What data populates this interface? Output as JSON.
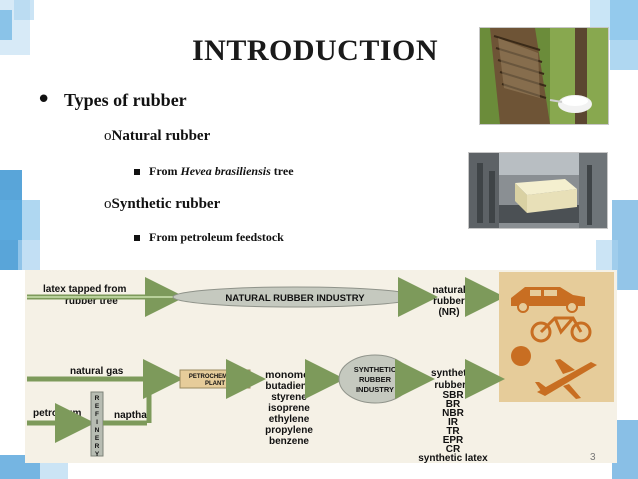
{
  "slide": {
    "title": "INTRODUCTION",
    "bullet_symbol": "•",
    "level1_text": "Types of rubber",
    "items": [
      {
        "marker": "o",
        "label": "Natural rubber",
        "sub_prefix": "From ",
        "sub_italic": "Hevea brasiliensis",
        "sub_suffix": " tree"
      },
      {
        "marker": "o",
        "label": "Synthetic rubber",
        "sub_text": "From petroleum feedstock"
      }
    ],
    "page_number": "3"
  },
  "images": {
    "top": {
      "icon": "rubber-tree-tapping-photo"
    },
    "middle": {
      "icon": "rubber-block-factory-photo"
    }
  },
  "diagram": {
    "latex_line1": "latex tapped from",
    "latex_line2": "rubber tree",
    "natural_industry": "NATURAL RUBBER INDUSTRY",
    "nr_line1": "natural",
    "nr_line2": "rubber",
    "nr_line3": "(NR)",
    "natural_gas": "natural gas",
    "petroleum": "petroleum",
    "refinery_letters": [
      "R",
      "E",
      "F",
      "I",
      "N",
      "E",
      "R",
      "Y"
    ],
    "naptha": "naptha",
    "petro_plant_line1": "PETROCHEMICAL",
    "petro_plant_line2": "PLANT",
    "monomers_title": "monomers",
    "monomers": [
      "butadiene",
      "styrene",
      "isoprene",
      "ethylene",
      "propylene",
      "benzene"
    ],
    "synthetic_industry": [
      "SYNTHETIC",
      "RUBBER",
      "INDUSTRY"
    ],
    "synthetic_line1": "synthetic",
    "synthetic_line2": "rubbers",
    "rubbers": [
      "SBR",
      "BR",
      "NBR",
      "IR",
      "TR",
      "EPR",
      "CR",
      "synthetic latex"
    ],
    "products": [
      "car-icon",
      "bicycle-icon",
      "ball-icon",
      "airplane-icon"
    ],
    "colors": {
      "arrow": "#7d9a5b",
      "box": "#e6cc9a",
      "ellipse": "#c5c9bf",
      "icons": "#c86e22"
    }
  }
}
